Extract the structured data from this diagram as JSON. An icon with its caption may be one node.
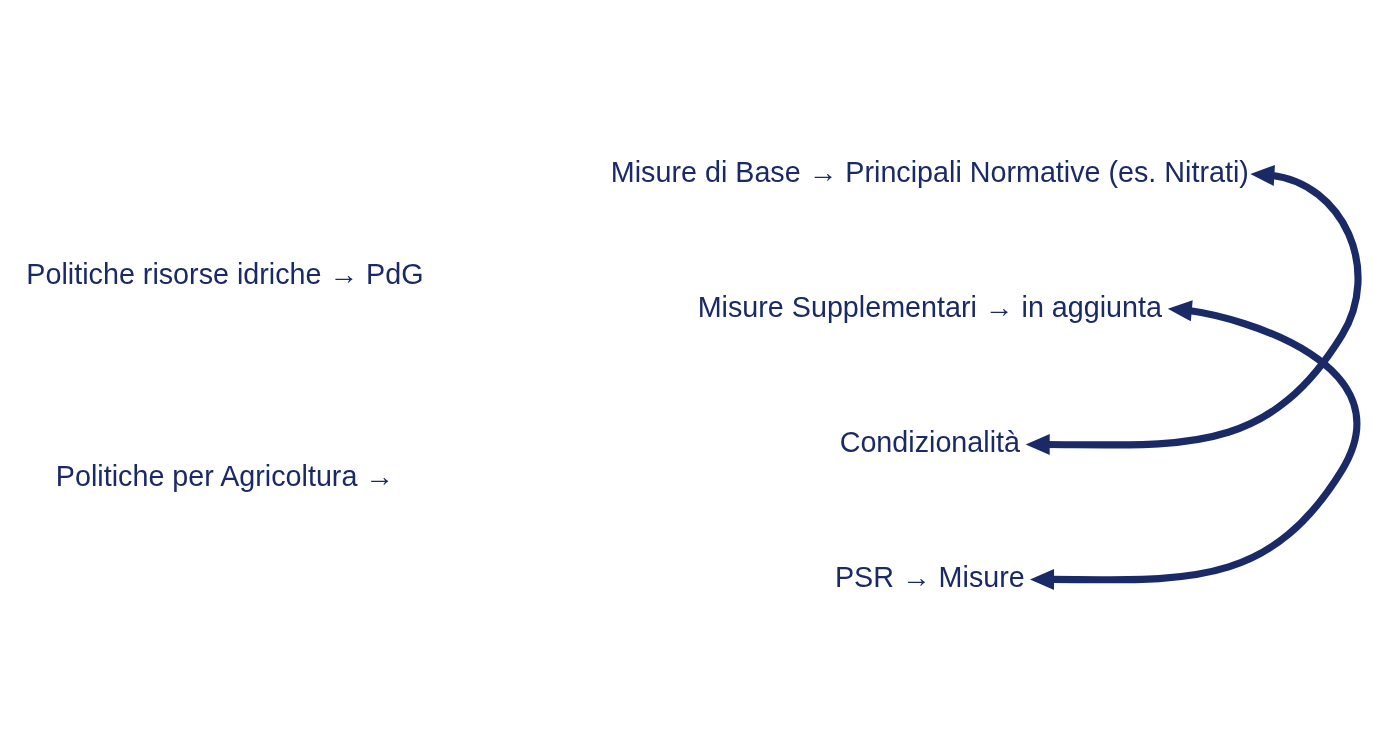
{
  "diagram": {
    "nodes": [
      {
        "text": [
          "Politiche risorse idriche → PdG"
        ]
      },
      {
        "text": [
          "Misure di Base → Principali Normative (es. Nitrati)"
        ]
      },
      {
        "text": [
          "Misure Supplementari → in aggiunta"
        ]
      },
      {
        "text": [
          "Politiche per Agricoltura →"
        ]
      },
      {
        "text": [
          "Condizionalità"
        ]
      },
      {
        "text": [
          "PSR → Misure"
        ]
      }
    ],
    "edges": [
      {
        "from": 4,
        "to": 1,
        "arrow": "both"
      },
      {
        "from": 5,
        "to": 2,
        "arrow": "both"
      }
    ]
  }
}
